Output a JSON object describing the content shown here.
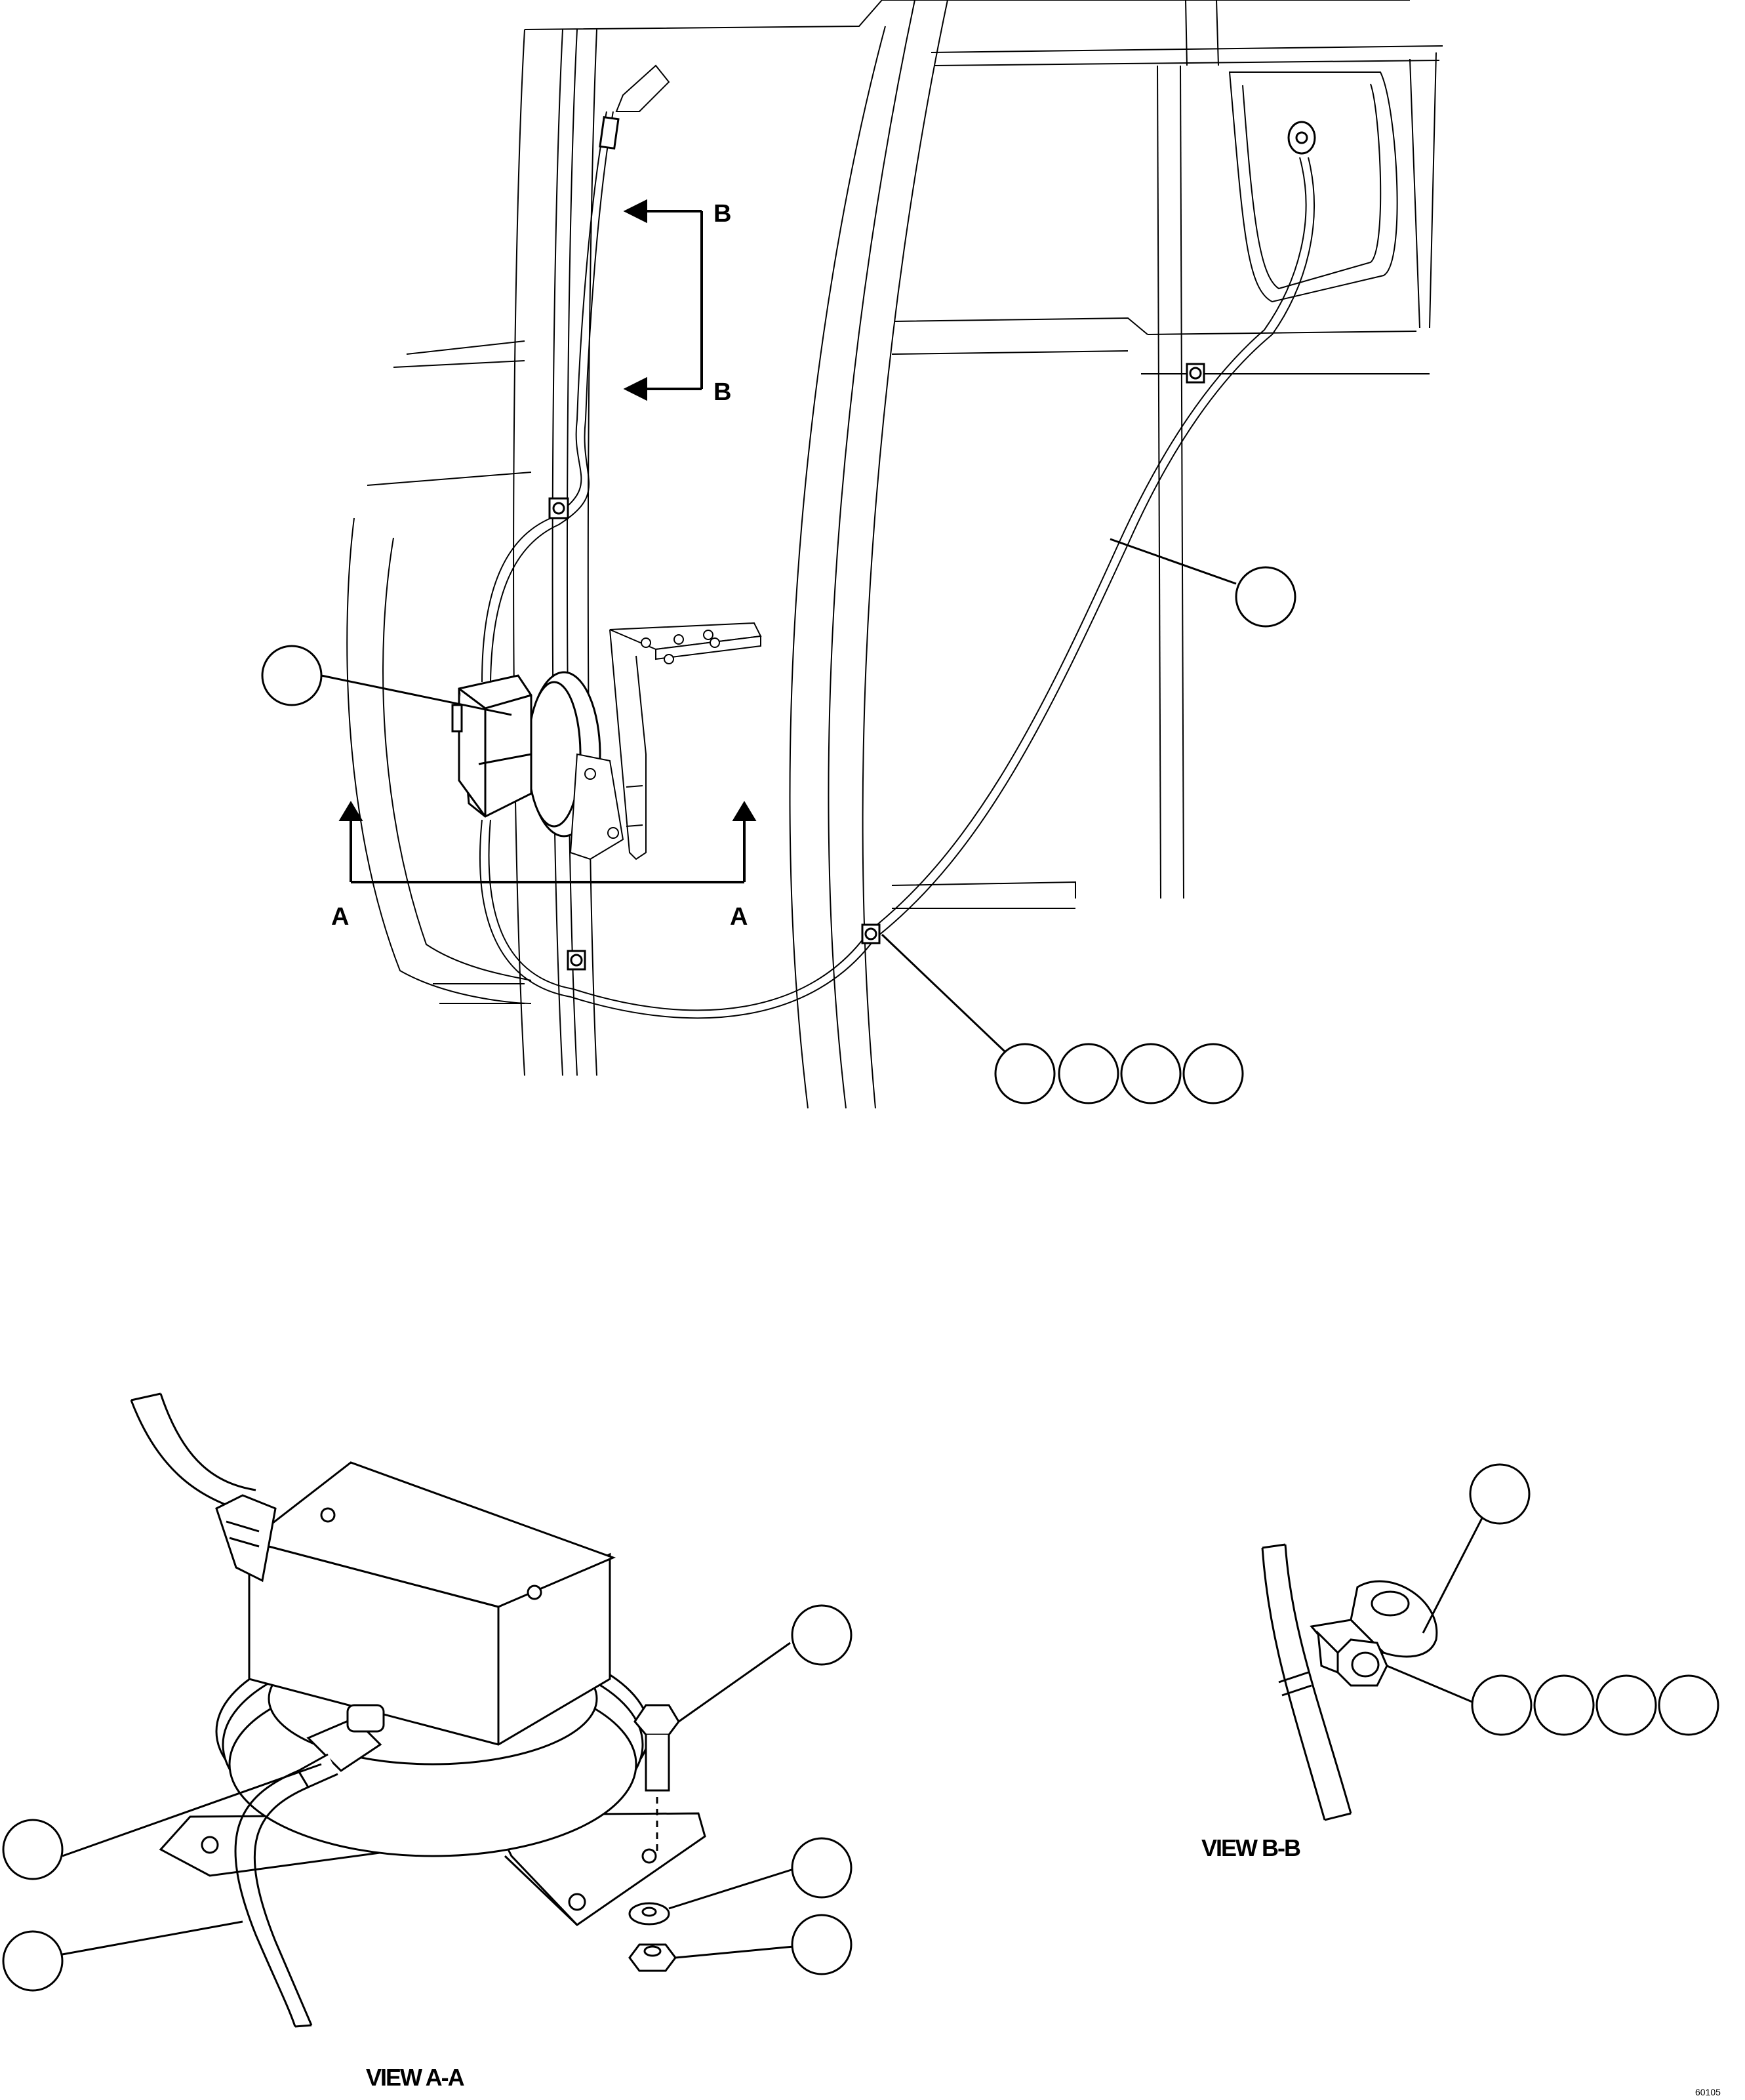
{
  "section_markers": {
    "a_left": "A",
    "a_right": "A",
    "b_top": "B",
    "b_bottom": "B"
  },
  "captions": {
    "view_a": "VIEW A-A",
    "view_b": "VIEW B-B"
  },
  "figure_id": "60105",
  "colors": {
    "line": "#000000",
    "background": "#ffffff"
  }
}
